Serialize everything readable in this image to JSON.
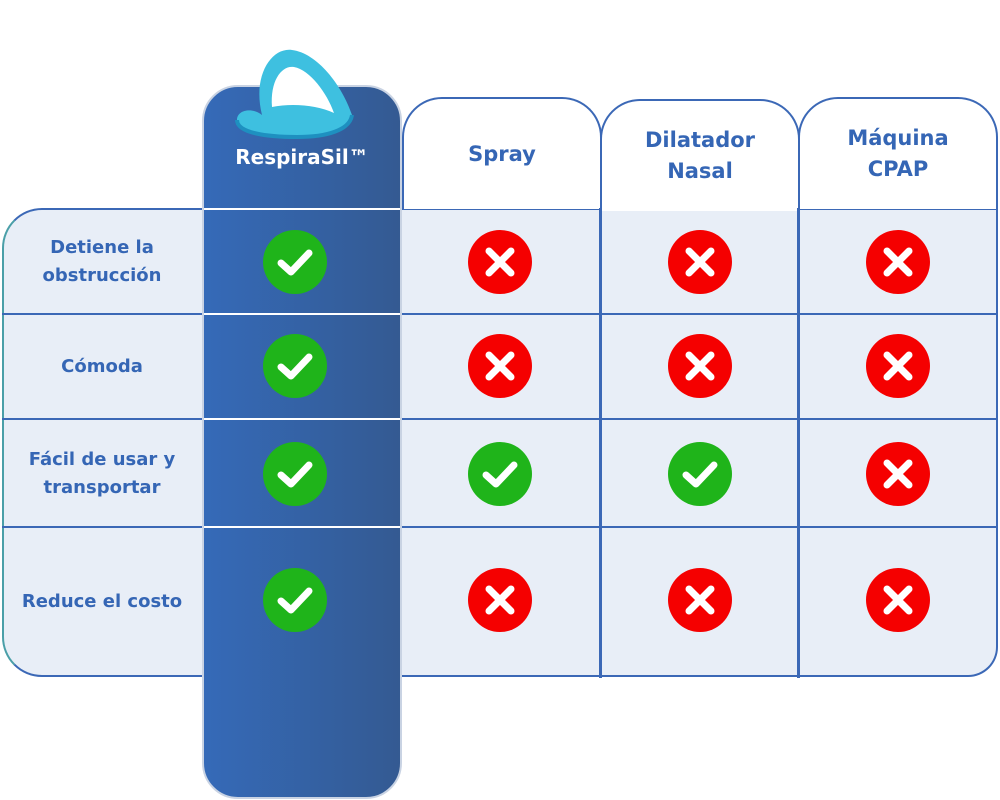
{
  "columns": [
    {
      "label": "RespiraSil™"
    },
    {
      "label": "Spray"
    },
    {
      "label": "Dilatador\nNasal"
    },
    {
      "label": "Máquina\nCPAP"
    }
  ],
  "rows": [
    {
      "label": "Detiene la obstrucción",
      "values": [
        true,
        false,
        false,
        false
      ]
    },
    {
      "label": "Cómoda",
      "values": [
        true,
        false,
        false,
        false
      ]
    },
    {
      "label": "Fácil de usar y transportar",
      "values": [
        true,
        true,
        true,
        false
      ]
    },
    {
      "label": "Reduce el costo",
      "values": [
        true,
        false,
        false,
        false
      ]
    }
  ],
  "colors": {
    "check": "#1fb41a",
    "cross": "#f50000",
    "brand": "#3566b5"
  }
}
